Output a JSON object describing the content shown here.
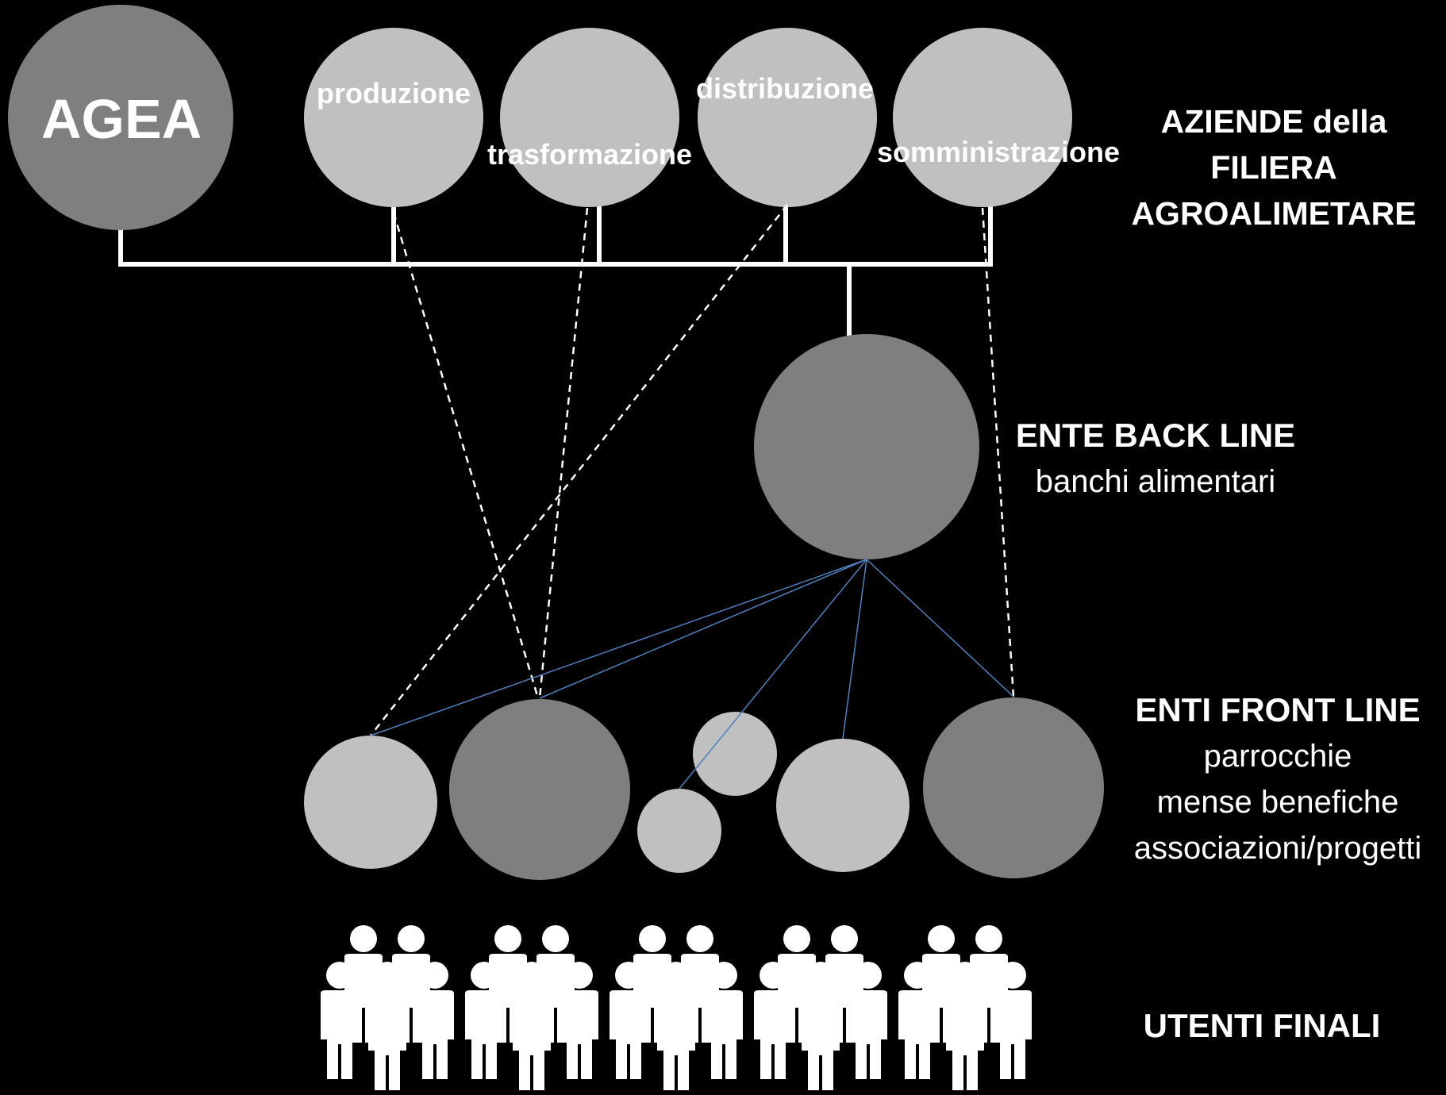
{
  "supply_chain": {
    "agea_label": "AGEA",
    "produzione_label": "produzione",
    "trasformazione_label": "trasformazione",
    "distribuzione_label": "distribuzione",
    "somministrazione_label": "somministrazione"
  },
  "side_labels": {
    "aziende_line1": "AZIENDE della",
    "aziende_line2": "FILIERA",
    "aziende_line3": "AGROALIMETARE",
    "back_line_title": "ENTE BACK LINE",
    "back_line_sub": "banchi alimentari",
    "front_line_title": "ENTI FRONT LINE",
    "front_line_sub1": "parrocchie",
    "front_line_sub2": "mense benefiche",
    "front_line_sub3": "associazioni/progetti",
    "utenti_title": "UTENTI FINALI"
  },
  "colors": {
    "background": "#000000",
    "dark_node": "#7f7f7f",
    "light_node": "#c0c0c0",
    "connector": "#ffffff",
    "blue_link": "#4f81bd",
    "text": "#ffffff"
  }
}
